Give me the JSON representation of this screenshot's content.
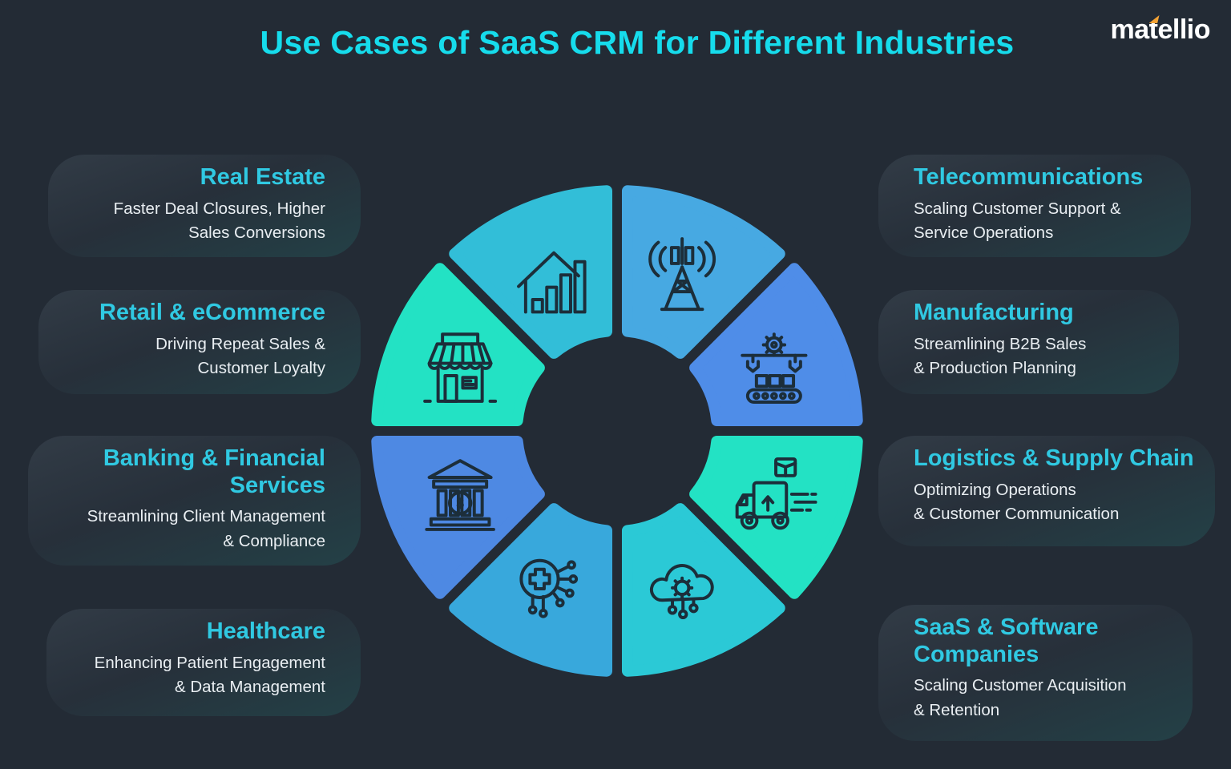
{
  "header": {
    "title": "Use Cases of SaaS CRM for Different Industries",
    "logo_text": "matellio"
  },
  "industries": {
    "left": [
      {
        "heading": "Real Estate",
        "description": "Faster Deal Closures, Higher\nSales Conversions"
      },
      {
        "heading": "Retail & eCommerce",
        "description": "Driving Repeat Sales &\nCustomer Loyalty"
      },
      {
        "heading": "Banking & Financial\nServices",
        "description": "Streamlining Client Management\n& Compliance"
      },
      {
        "heading": "Healthcare",
        "description": "Enhancing Patient Engagement\n& Data Management"
      }
    ],
    "right": [
      {
        "heading": "Telecommunications",
        "description": "Scaling Customer Support &\nService Operations"
      },
      {
        "heading": "Manufacturing",
        "description": "Streamlining B2B Sales\n& Production Planning"
      },
      {
        "heading": "Logistics & Supply Chain",
        "description": "Optimizing Operations\n& Customer Communication"
      },
      {
        "heading": "SaaS & Software\nCompanies",
        "description": "Scaling Customer Acquisition\n& Retention"
      }
    ]
  },
  "wheel": {
    "segments": [
      {
        "id": "real-estate",
        "label": "Real Estate",
        "color": "#32bed8",
        "icon": "icon-house-growth",
        "icon_name": "house-growth-icon",
        "start": -45,
        "end": 0
      },
      {
        "id": "telecommunications",
        "label": "Telecommunications",
        "color": "#47a9e2",
        "icon": "icon-telecom-tower",
        "icon_name": "telecom-tower-icon",
        "start": 0,
        "end": 45
      },
      {
        "id": "manufacturing",
        "label": "Manufacturing",
        "color": "#4f8de8",
        "icon": "icon-factory-conveyor",
        "icon_name": "factory-conveyor-icon",
        "start": 45,
        "end": 90
      },
      {
        "id": "logistics",
        "label": "Logistics & Supply Chain",
        "color": "#23e2c4",
        "icon": "icon-delivery-truck",
        "icon_name": "delivery-truck-icon",
        "start": 90,
        "end": 135
      },
      {
        "id": "saas",
        "label": "SaaS & Software Companies",
        "color": "#2bc9d6",
        "icon": "icon-cloud-gear",
        "icon_name": "cloud-gear-icon",
        "start": 135,
        "end": 180
      },
      {
        "id": "healthcare",
        "label": "Healthcare",
        "color": "#38a8dc",
        "icon": "icon-medical-network",
        "icon_name": "medical-network-icon",
        "start": 180,
        "end": 225
      },
      {
        "id": "banking",
        "label": "Banking & Financial Services",
        "color": "#4e89e3",
        "icon": "icon-bank",
        "icon_name": "bank-icon",
        "start": 225,
        "end": 270
      },
      {
        "id": "retail",
        "label": "Retail & eCommerce",
        "color": "#23e2c4",
        "icon": "icon-storefront",
        "icon_name": "storefront-icon",
        "start": 270,
        "end": 315
      }
    ]
  },
  "colors": {
    "background": "#232b35",
    "title": "#16dcec",
    "heading": "#30c9e2",
    "body_text": "#e9eef2",
    "logo_accent": "#f4a335",
    "icon_stroke": "#1c2e3a"
  }
}
